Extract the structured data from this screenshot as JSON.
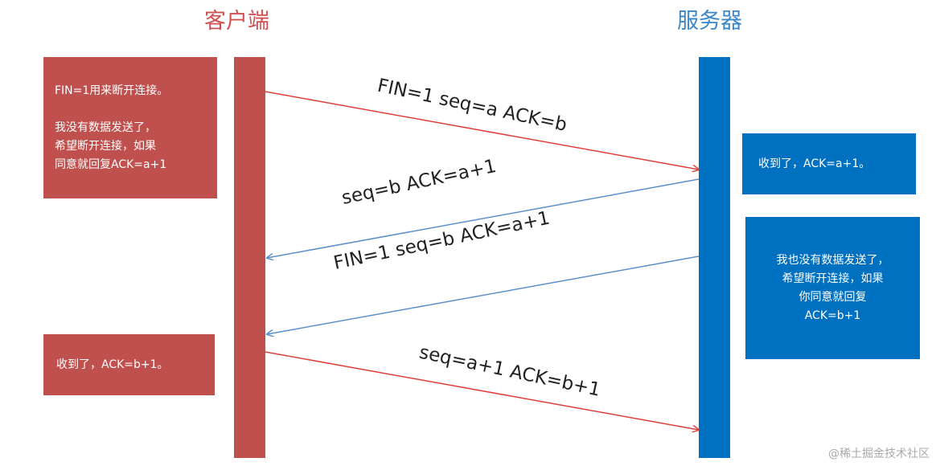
{
  "titles": {
    "client": "客户端",
    "server": "服务器"
  },
  "client_boxes": [
    {
      "text": "FIN=1用来断开连接。\n\n我没有数据发送了，\n希望断开连接，如果\n同意就回复ACK=a+1"
    },
    {
      "text": "收到了，ACK=b+1。"
    }
  ],
  "server_boxes": [
    {
      "text": "收到了，ACK=a+1。"
    },
    {
      "text": "我也没有数据发送了，\n希望断开连接，如果\n你同意就回复\nACK=b+1"
    }
  ],
  "messages": [
    {
      "label": "FIN=1   seq=a  ACK=b",
      "direction": "client-to-server",
      "color": "#e0403a"
    },
    {
      "label": "seq=b  ACK=a+1",
      "direction": "server-to-client",
      "color": "#5b8fc9"
    },
    {
      "label": "FIN=1  seq=b  ACK=a+1",
      "direction": "server-to-client",
      "color": "#5b8fc9"
    },
    {
      "label": "seq=a+1  ACK=b+1",
      "direction": "client-to-server",
      "color": "#e0403a"
    }
  ],
  "colors": {
    "client": "#c0504d",
    "server": "#0070c0"
  },
  "watermark": "@稀土掘金技术社区"
}
